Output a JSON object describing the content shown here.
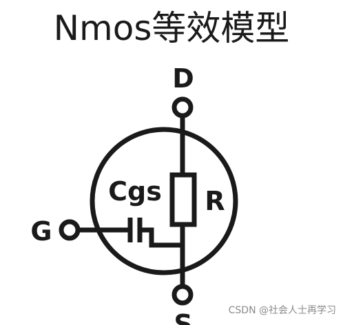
{
  "title": "Nmos等效模型",
  "labels": {
    "drain": "D",
    "gate": "G",
    "source": "S",
    "capacitor": "Cgs",
    "resistor": "R"
  },
  "watermark": "CSDN @社会人士再学习",
  "colors": {
    "ink": "#1a1a1a",
    "watermark": "#8a8a8a",
    "background": "#ffffff"
  }
}
